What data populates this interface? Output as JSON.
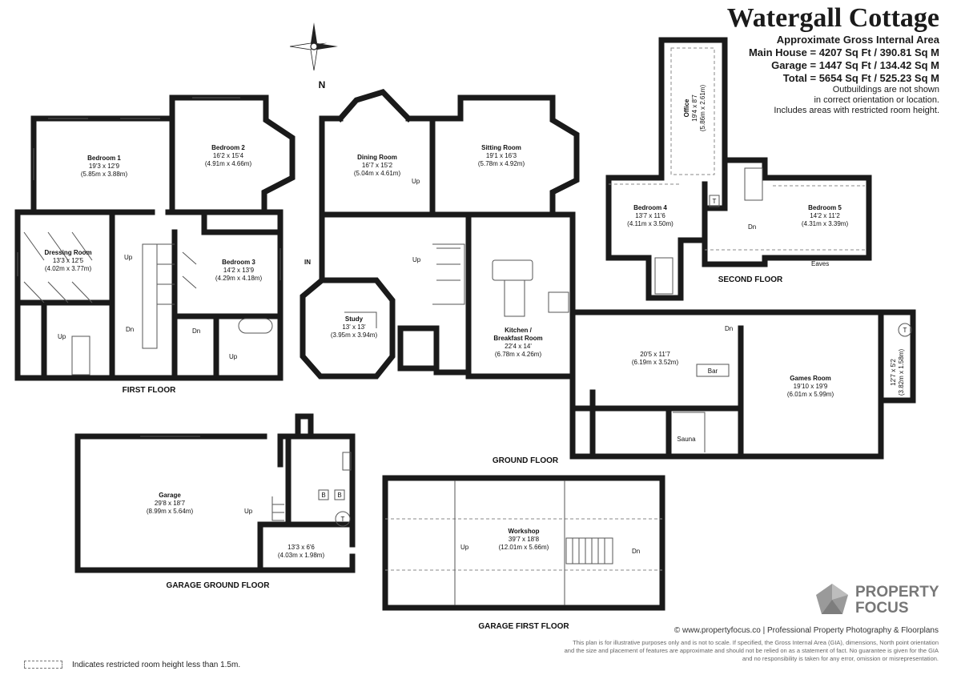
{
  "header": {
    "title": "Watergall Cottage",
    "subtitle": "Approximate Gross Internal Area",
    "main_house": "Main House = 4207 Sq Ft / 390.81 Sq M",
    "garage": "Garage = 1447 Sq Ft / 134.42 Sq M",
    "total": "Total = 5654 Sq Ft / 525.23 Sq M",
    "note1": "Outbuildings are not shown",
    "note2": "in correct orientation or location.",
    "note3": "Includes areas with restricted room height."
  },
  "compass": {
    "north": "N"
  },
  "floors": {
    "first": "FIRST FLOOR",
    "ground": "GROUND FLOOR",
    "second": "SECOND FLOOR",
    "garage_ground": "GARAGE GROUND FLOOR",
    "garage_first": "GARAGE FIRST FLOOR"
  },
  "rooms": {
    "bedroom1": {
      "name": "Bedroom 1",
      "imp": "19'3 x 12'9",
      "met": "(5.85m x 3.88m)"
    },
    "bedroom2": {
      "name": "Bedroom 2",
      "imp": "16'2 x 15'4",
      "met": "(4.91m x 4.66m)"
    },
    "dressing": {
      "name": "Dressing Room",
      "imp": "13'3 x 12'5",
      "met": "(4.02m x 3.77m)"
    },
    "bedroom3": {
      "name": "Bedroom 3",
      "imp": "14'2 x 13'9",
      "met": "(4.29m x 4.18m)"
    },
    "dining": {
      "name": "Dining Room",
      "imp": "16'7 x 15'2",
      "met": "(5.04m x 4.61m)"
    },
    "sitting": {
      "name": "Sitting Room",
      "imp": "19'1 x 16'3",
      "met": "(5.78m x 4.92m)"
    },
    "study": {
      "name": "Study",
      "imp": "13' x 13'",
      "met": "(3.95m x 3.94m)"
    },
    "kitchen": {
      "name1": "Kitchen /",
      "name2": "Breakfast Room",
      "imp": "22'4 x 14'",
      "met": "(6.78m x 4.26m)"
    },
    "office": {
      "name": "Office",
      "imp": "19'4 x 8'7",
      "met": "(5.86m x 2.61m)"
    },
    "bedroom4": {
      "name": "Bedroom 4",
      "imp": "13'7 x 11'6",
      "met": "(4.11m x 3.50m)"
    },
    "bedroom5": {
      "name": "Bedroom 5",
      "imp": "14'2 x 11'2",
      "met": "(4.31m x 3.39m)"
    },
    "bar_room": {
      "imp": "20'5 x 11'7",
      "met": "(6.19m x 3.52m)"
    },
    "games": {
      "name": "Games Room",
      "imp": "19'10 x 19'9",
      "met": "(6.01m x 5.99m)"
    },
    "side": {
      "imp": "12'7 x 5'2",
      "met": "(3.82m x 1.58m)"
    },
    "garage": {
      "name": "Garage",
      "imp": "29'8 x 18'7",
      "met": "(8.99m x 5.64m)"
    },
    "store": {
      "imp": "13'3 x 6'6",
      "met": "(4.03m x 1.98m)"
    },
    "workshop": {
      "name": "Workshop",
      "imp": "39'7 x 18'8",
      "met": "(12.01m x 5.66m)"
    }
  },
  "labels": {
    "up": "Up",
    "dn": "Dn",
    "in": "IN",
    "bar": "Bar",
    "sauna": "Sauna",
    "eaves": "Eaves",
    "t": "T",
    "b": "B"
  },
  "logo": {
    "line1": "PROPERTY",
    "line2": "FOCUS"
  },
  "footer": {
    "web": "© www.propertyfocus.co | Professional Property Photography & Floorplans",
    "disclaimer": "This plan is for illustrative purposes only and is not to scale. If specified, the Gross Internal Area (GIA), dimensions, North point orientation and the size and placement of features are approximate and should not be relied on as a statement of fact. No guarantee is given for the GIA and no responsibility is taken for any error, omission or misrepresentation."
  },
  "legend": {
    "text": "Indicates restricted room height less than 1.5m."
  }
}
